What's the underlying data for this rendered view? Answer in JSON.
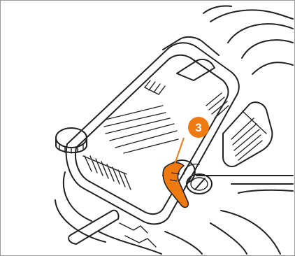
{
  "figure": {
    "callout": {
      "number": "3"
    },
    "colors": {
      "accent": "#f07a12",
      "line": "#222222",
      "background": "#ffffff",
      "frame": "#9a9a9a"
    },
    "parts": [
      "engine-cover",
      "fuel-cap",
      "choke-lever",
      "idle-screw",
      "cooling-fins",
      "handle-bar",
      "deck"
    ]
  }
}
